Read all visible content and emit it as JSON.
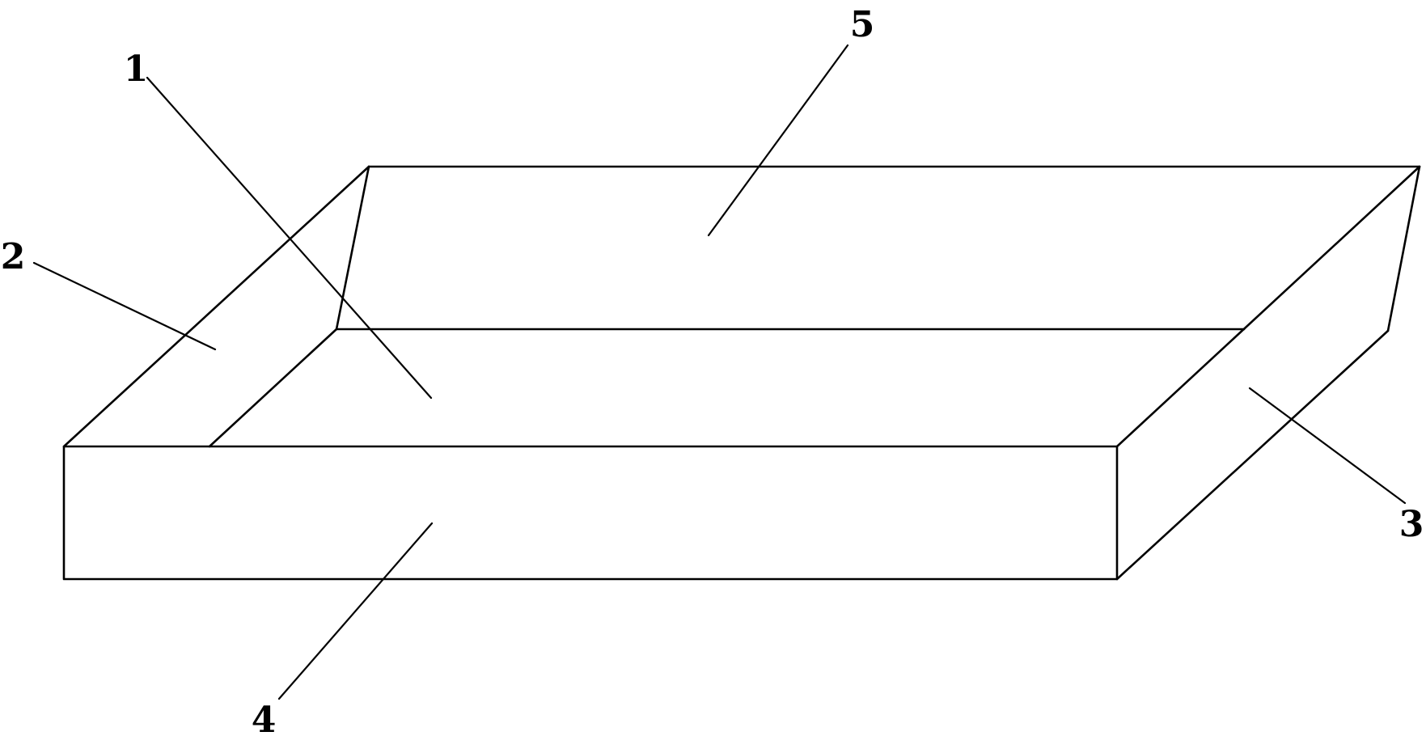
{
  "figure": {
    "line_color": "#000000",
    "background": "#ffffff",
    "parts": [
      {
        "id": "bottom",
        "label": "1"
      },
      {
        "id": "left-wall",
        "label": "2"
      },
      {
        "id": "right-wall",
        "label": "3"
      },
      {
        "id": "front-wall",
        "label": "4"
      },
      {
        "id": "back-wall",
        "label": "5"
      }
    ]
  }
}
